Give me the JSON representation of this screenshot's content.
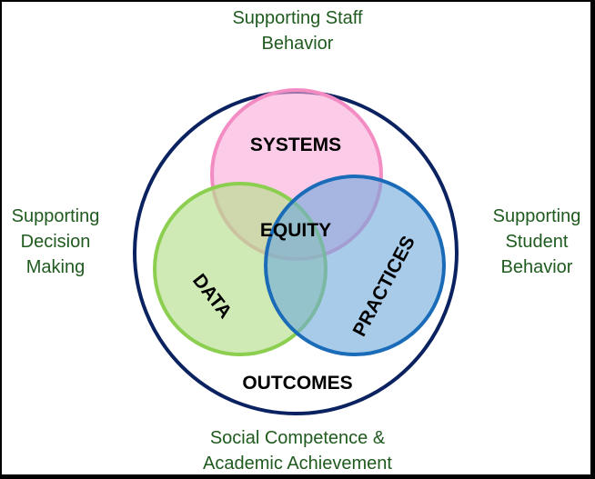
{
  "top_label": [
    "Supporting Staff",
    "Behavior"
  ],
  "left_label": [
    "Supporting",
    "Decision",
    "Making"
  ],
  "right_label": [
    "Supporting",
    "Student",
    "Behavior"
  ],
  "bottom_label": [
    "Social Competence &",
    "Academic Achievement"
  ],
  "outer_circle": {
    "label": "OUTCOMES",
    "stroke": "#0b2260"
  },
  "circles": {
    "systems": {
      "label": "SYSTEMS",
      "fill": "#f9a8d8",
      "stroke": "#f48cc4"
    },
    "data": {
      "label": "DATA",
      "fill": "#b6df8c",
      "stroke": "#8ccf50"
    },
    "practices": {
      "label": "PRACTICES",
      "fill": "#6ea8dc",
      "stroke": "#1a6bb8"
    }
  },
  "center_label": "EQUITY",
  "label_color": "#1f5a1f"
}
